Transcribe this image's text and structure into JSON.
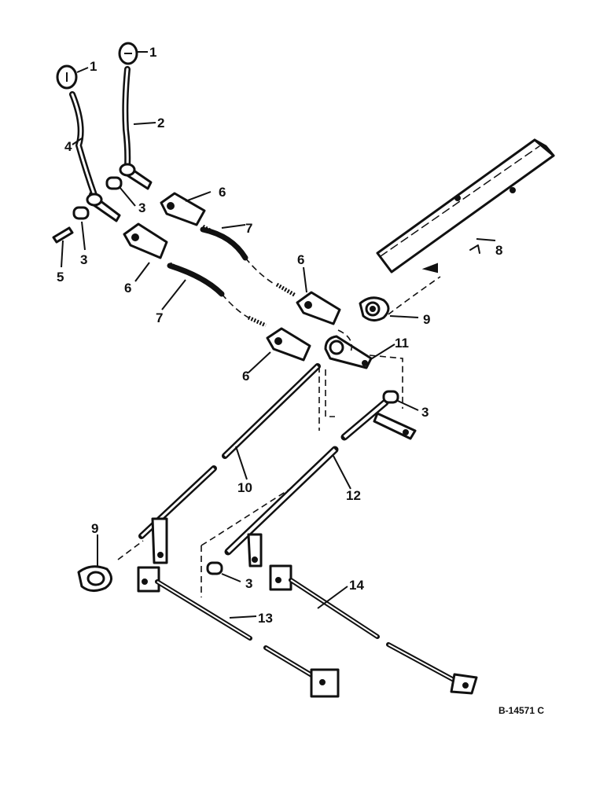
{
  "diagram": {
    "reference_code": "B-14571 C",
    "callouts": {
      "knob_a": "1",
      "knob_b": "1",
      "lever_2": "2",
      "bushing_upper": "3",
      "bushing_lower_left": "3",
      "bushing_right": "3",
      "bushing_bottom": "3",
      "lever_4": "4",
      "pin_5": "5",
      "clevis_upper": "6",
      "clevis_left": "6",
      "clevis_mid": "6",
      "clevis_lower": "6",
      "rod_upper": "7",
      "rod_lower": "7",
      "shield_8": "8",
      "bearing_right": "9",
      "bearing_left": "9",
      "shaft_10": "10",
      "arm_11": "11",
      "shaft_12": "12",
      "link_13": "13",
      "link_14": "14"
    }
  }
}
